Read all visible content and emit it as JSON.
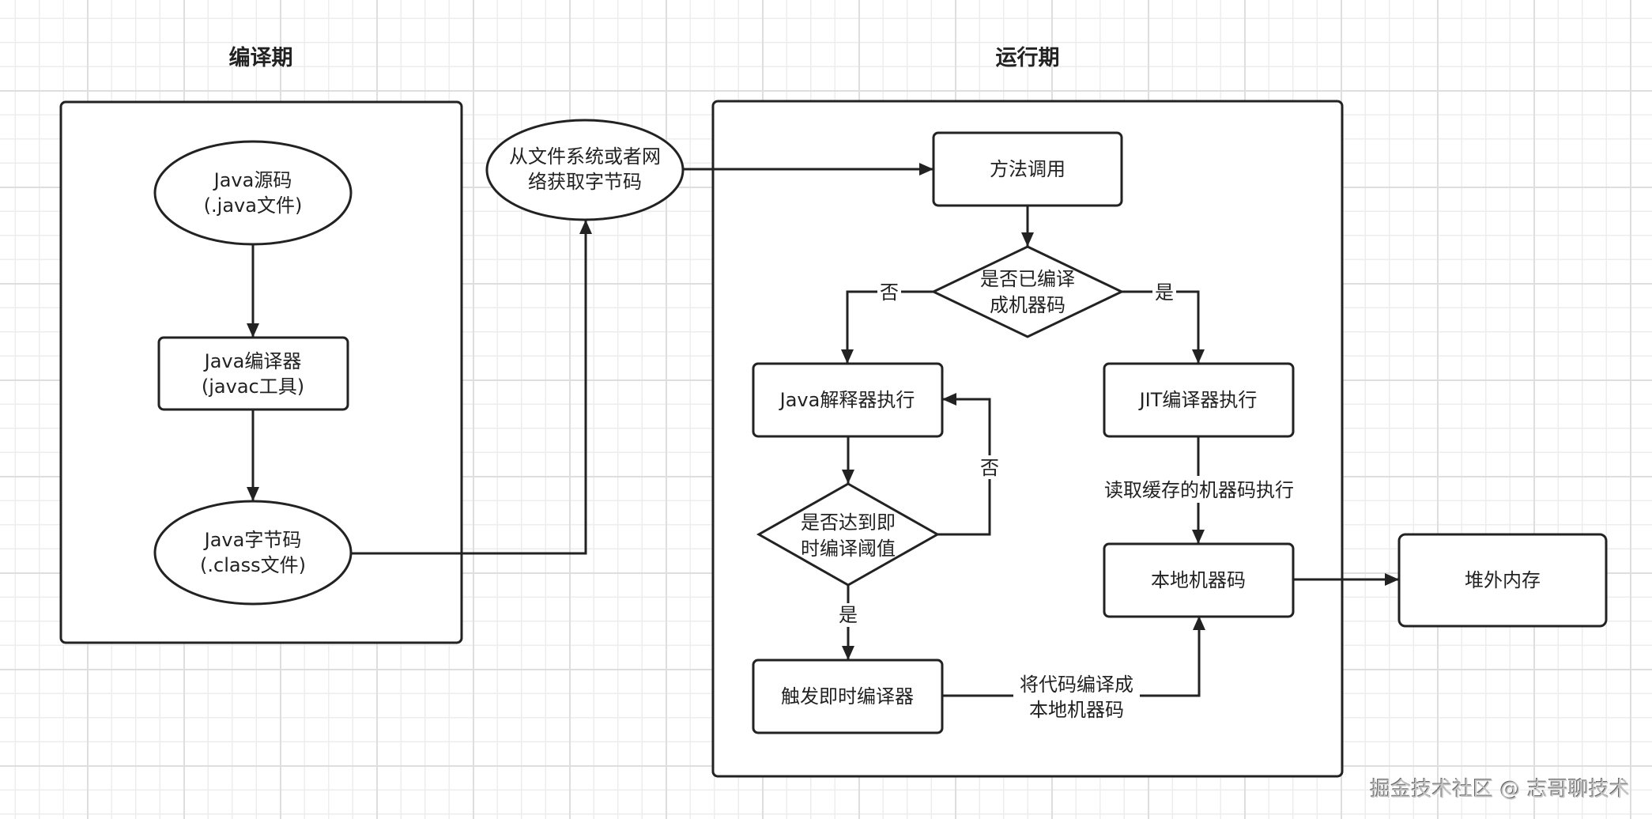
{
  "sections": {
    "compile_time": "编译期",
    "run_time": "运行期"
  },
  "nodes": {
    "java_source": {
      "line1": "Java源码",
      "line2": "(.java文件)"
    },
    "javac": {
      "line1": "Java编译器",
      "line2": "(javac工具)"
    },
    "bytecode": {
      "line1": "Java字节码",
      "line2": "(.class文件)"
    },
    "load_bytecode": {
      "line1": "从文件系统或者网",
      "line2": "络获取字节码"
    },
    "method_call": {
      "label": "方法调用"
    },
    "is_compiled": {
      "line1": "是否已编译",
      "line2": "成机器码"
    },
    "interpreter": {
      "label": "Java解释器执行"
    },
    "jit_exec": {
      "label": "JIT编译器执行"
    },
    "threshold": {
      "line1": "是否达到即",
      "line2": "时编译阈值"
    },
    "trigger_jit": {
      "label": "触发即时编译器"
    },
    "native_code": {
      "label": "本地机器码"
    },
    "off_heap": {
      "label": "堆外内存"
    }
  },
  "edge_labels": {
    "not_compiled": "否",
    "compiled": "是",
    "below_threshold": "否",
    "reached_threshold": "是",
    "read_cache": "读取缓存的机器码执行",
    "compile_to_native_line1": "将代码编译成",
    "compile_to_native_line2": "本地机器码"
  },
  "watermark": "掘金技术社区 @ 志哥聊技术"
}
